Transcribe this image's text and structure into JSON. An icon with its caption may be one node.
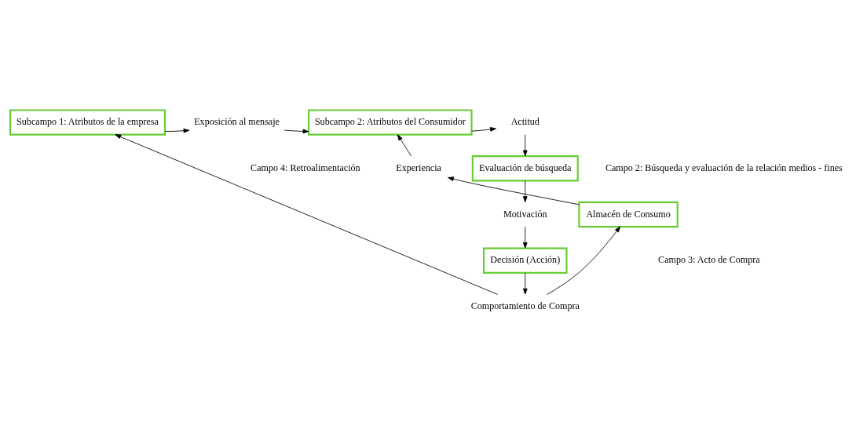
{
  "diagram": {
    "nodes": [
      {
        "text": [
          "Subcampo 1: Atributos de la empresa"
        ]
      },
      {
        "text": [
          "Exposición al mensaje"
        ]
      },
      {
        "text": [
          "Subcampo 2: Atributos del Consumidor"
        ]
      },
      {
        "text": [
          "Actitud"
        ]
      },
      {
        "text": [
          "Evaluación de búsqueda"
        ]
      },
      {
        "text": [
          "Motivación"
        ]
      },
      {
        "text": [
          "Decisión (Acción)"
        ]
      },
      {
        "text": [
          "Comportamiento de Compra"
        ]
      },
      {
        "text": [
          "Almacén de Consumo"
        ]
      },
      {
        "text": [
          "Experiencia"
        ]
      }
    ],
    "edges": [
      {
        "from": 0,
        "to": 1,
        "arrow": "to"
      },
      {
        "from": 1,
        "to": 2,
        "arrow": "to"
      },
      {
        "from": 2,
        "to": 3,
        "arrow": "to"
      },
      {
        "from": 3,
        "to": 4,
        "arrow": "to"
      },
      {
        "from": 4,
        "to": 5,
        "arrow": "to"
      },
      {
        "from": 5,
        "to": 6,
        "arrow": "to"
      },
      {
        "from": 6,
        "to": 7,
        "arrow": "to"
      },
      {
        "from": 7,
        "to": 8,
        "arrow": "to"
      },
      {
        "from": 8,
        "to": 9,
        "arrow": "to"
      },
      {
        "from": 9,
        "to": 2,
        "arrow": "to"
      },
      {
        "from": 7,
        "to": 0,
        "arrow": "to"
      }
    ],
    "labels": [
      "Campo 2: Búsqueda y evaluación de la relación medios - fines",
      "Campo 4: Retroalimentación",
      "Campo 3: Acto de Compra"
    ]
  }
}
